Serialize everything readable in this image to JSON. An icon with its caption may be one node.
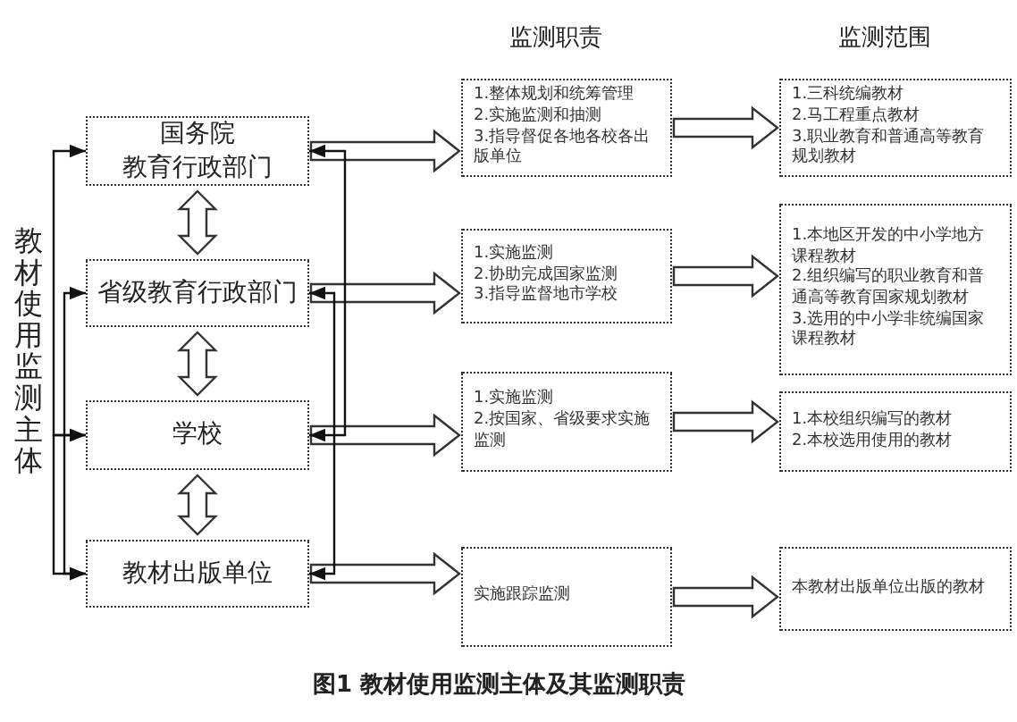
{
  "diagram": {
    "caption": "图1 教材使用监测主体及其监测职责",
    "nodes": [
      {
        "text": [
          "国务院",
          "教育行政部门"
        ]
      },
      {
        "text": [
          "省级教育行政部门"
        ]
      },
      {
        "text": [
          "学校"
        ]
      },
      {
        "text": [
          "教材出版单位"
        ]
      },
      {
        "text": [
          "1.整体规划和统筹管理",
          "2.实施监测和抽测",
          "3.指导督促各地各校各出版单位"
        ]
      },
      {
        "text": [
          "1.实施监测",
          "2.协助完成国家监测",
          "3.指导监督地市学校"
        ]
      },
      {
        "text": [
          "1.实施监测",
          "2.按国家、省级要求实施监测"
        ]
      },
      {
        "text": [
          "实施跟踪监测"
        ]
      },
      {
        "text": [
          "1.三科统编教材",
          "2.马工程重点教材",
          "3.职业教育和普通高等教育规划教材"
        ]
      },
      {
        "text": [
          "1.本地区开发的中小学地方课程教材",
          "2.组织编写的职业教育和普通高等教育国家规划教材",
          "3.选用的中小学非统编国家课程教材"
        ]
      },
      {
        "text": [
          "1.本校组织编写的教材",
          "2.本校选用使用的教材"
        ]
      },
      {
        "text": [
          "本教材出版单位出版的教材"
        ]
      }
    ],
    "edges": [
      {
        "from": 0,
        "to": 1,
        "arrow": "both",
        "style": "thick"
      },
      {
        "from": 1,
        "to": 2,
        "arrow": "both",
        "style": "thick"
      },
      {
        "from": 2,
        "to": 3,
        "arrow": "both",
        "style": "thick"
      },
      {
        "from": 0,
        "to": 4,
        "arrow": "to",
        "style": "thick"
      },
      {
        "from": 4,
        "to": 8,
        "arrow": "to",
        "style": "thick"
      },
      {
        "from": 1,
        "to": 5,
        "arrow": "to",
        "style": "thick"
      },
      {
        "from": 5,
        "to": 9,
        "arrow": "to",
        "style": "thick"
      },
      {
        "from": 2,
        "to": 6,
        "arrow": "to",
        "style": "thick"
      },
      {
        "from": 6,
        "to": 10,
        "arrow": "to",
        "style": "thick"
      },
      {
        "from": 3,
        "to": 7,
        "arrow": "to",
        "style": "thick"
      },
      {
        "from": 7,
        "to": 11,
        "arrow": "to",
        "style": "thick"
      },
      {
        "from": 0,
        "to": 2,
        "arrow": "both"
      },
      {
        "from": 2,
        "to": 3,
        "arrow": "both"
      },
      {
        "from": 1,
        "to": 3,
        "arrow": "both"
      },
      {
        "from": 0,
        "to": 2,
        "arrow": "both"
      },
      {
        "from": 1,
        "to": 3,
        "arrow": "both"
      }
    ],
    "labels": [
      "监测职责",
      "监测范围",
      "教材使用监测主体"
    ]
  }
}
